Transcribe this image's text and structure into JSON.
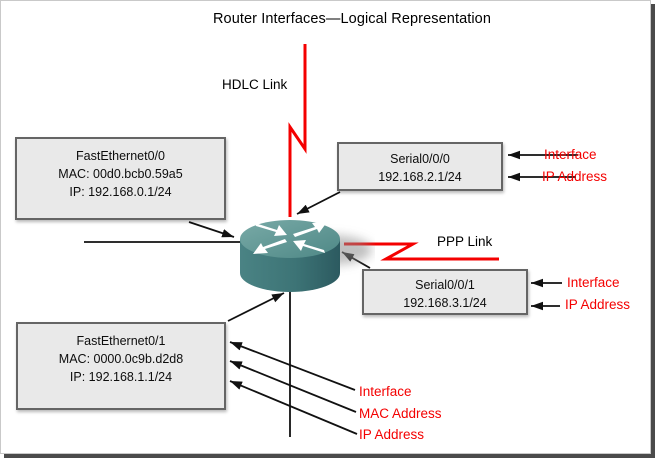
{
  "title": "Router Interfaces—Logical Representation",
  "labels": {
    "hdlc": "HDLC Link",
    "ppp": "PPP Link"
  },
  "boxes": {
    "fe00": {
      "name": "FastEthernet0/0",
      "mac": "MAC: 00d0.bcb0.59a5",
      "ip": "IP: 192.168.0.1/24"
    },
    "s000": {
      "name": "Serial0/0/0",
      "ip": "192.168.2.1/24"
    },
    "s001": {
      "name": "Serial0/0/1",
      "ip": "192.168.3.1/24"
    },
    "fe01": {
      "name": "FastEthernet0/1",
      "mac": "MAC: 0000.0c9b.d2d8",
      "ip": "IP: 192.168.1.1/24"
    }
  },
  "annotations": {
    "s000_interface": "Interface",
    "s000_ip": "IP Address",
    "s001_interface": "Interface",
    "s001_ip": "IP Address",
    "fe01_interface": "Interface",
    "fe01_mac": "MAC Address",
    "fe01_ip": "IP Address"
  },
  "colors": {
    "accent_red": "#f40000",
    "box_fill": "#e9e9e9",
    "box_border": "#656565",
    "router_teal": "#4e8886"
  }
}
